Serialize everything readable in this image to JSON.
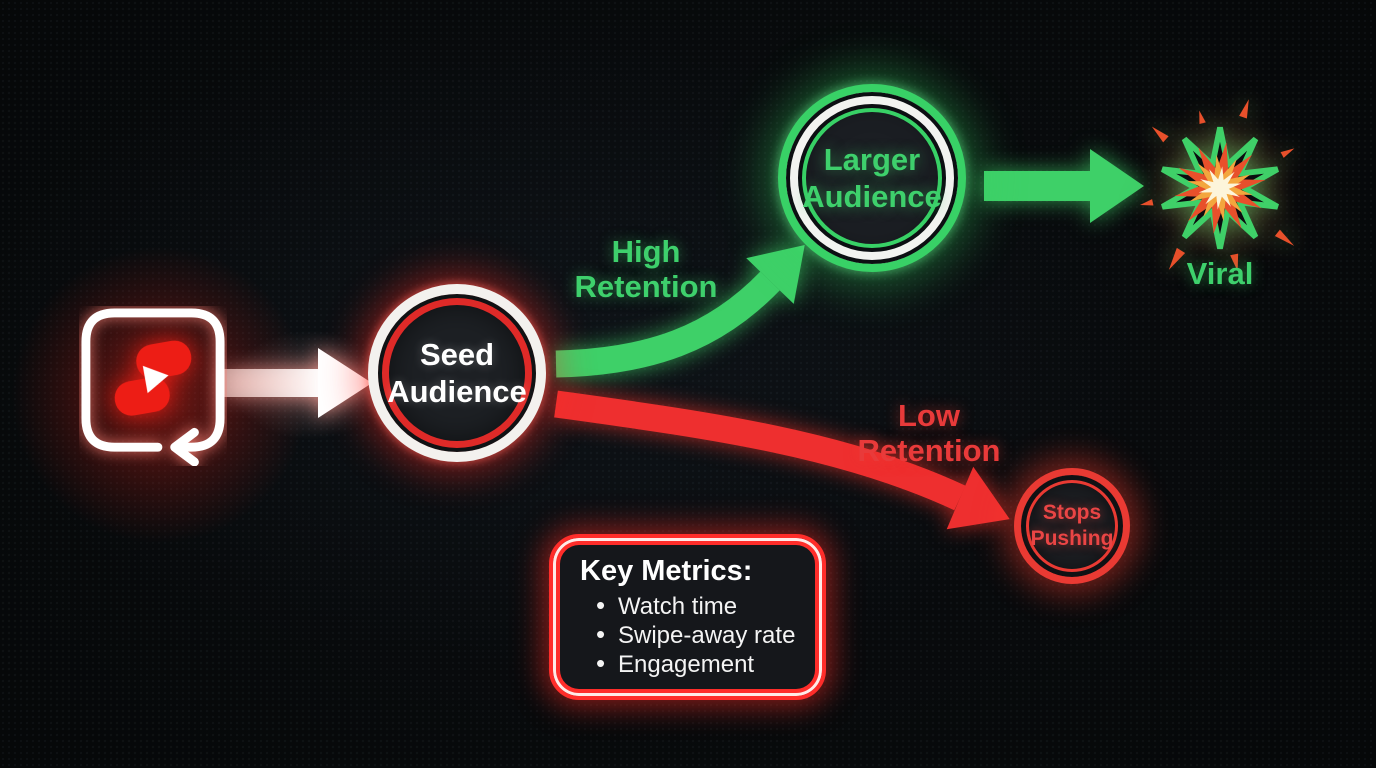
{
  "diagram": {
    "nodes": {
      "seed": {
        "line1": "Seed",
        "line2": "Audience"
      },
      "larger": {
        "line1": "Larger",
        "line2": "Audience"
      },
      "stops": {
        "line1": "Stops",
        "line2": "Pushing"
      },
      "viral": {
        "label": "Viral"
      }
    },
    "edges": {
      "high_retention": {
        "line1": "High",
        "line2": "Retention"
      },
      "low_retention": {
        "line1": "Low",
        "line2": "Retention"
      }
    },
    "key_metrics": {
      "title": "Key Metrics:",
      "items": [
        "Watch time",
        "Swipe-away rate",
        "Engagement"
      ]
    },
    "icons": {
      "shorts": "youtube-shorts-loop-icon",
      "start_arrow": "white-right-arrow-icon",
      "high_arrow": "green-curved-up-arrow-icon",
      "viral_arrow": "green-right-arrow-icon",
      "low_arrow": "red-curved-down-arrow-icon",
      "explosion": "explosion-burst-icon"
    },
    "colors": {
      "background": "#060809",
      "green": "#3ed068",
      "red": "#ee2f2f",
      "white_ring": "#f3f1ee",
      "node_fill": "#1d2024"
    }
  }
}
